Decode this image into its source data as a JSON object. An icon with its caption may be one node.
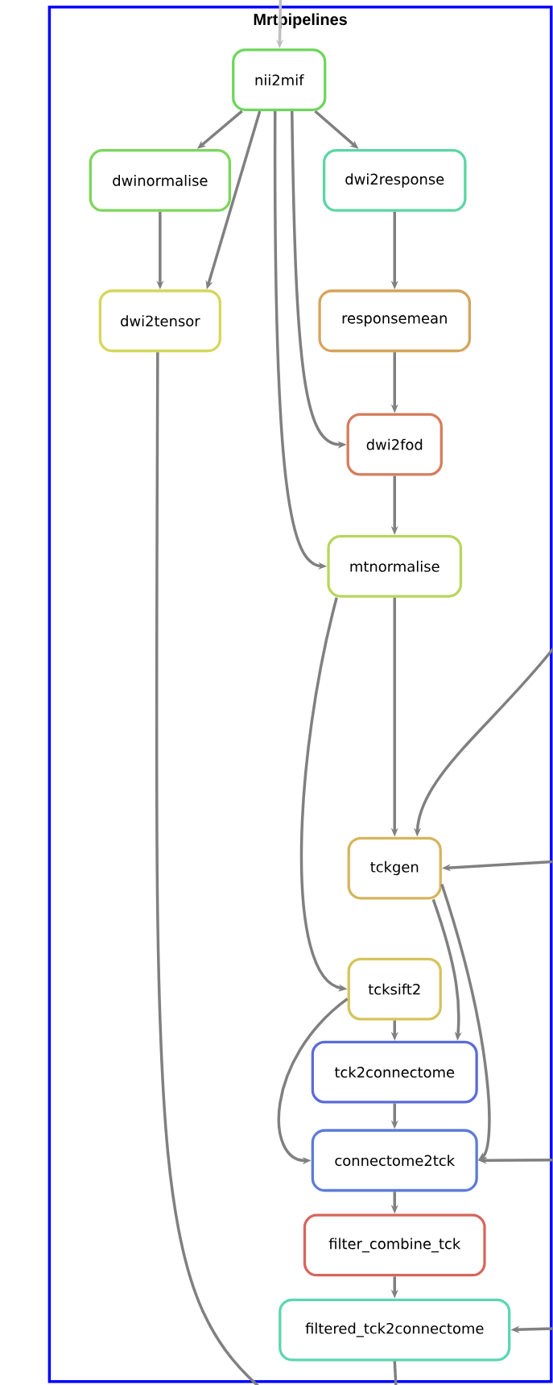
{
  "diagram": {
    "nodes": [
      {
        "text": [
          "Mrtpipelines"
        ]
      },
      {
        "text": [
          "nii2mif"
        ],
        "in": 0
      },
      {
        "text": [
          "dwinormalise"
        ],
        "in": 0
      },
      {
        "text": [
          "dwi2response"
        ],
        "in": 0
      },
      {
        "text": [
          "dwi2tensor"
        ],
        "in": 0
      },
      {
        "text": [
          "responsemean"
        ],
        "in": 0
      },
      {
        "text": [
          "dwi2fod"
        ],
        "in": 0
      },
      {
        "text": [
          "mtnormalise"
        ],
        "in": 0
      },
      {
        "text": [
          "tckgen"
        ],
        "in": 0
      },
      {
        "text": [
          "tcksift2"
        ],
        "in": 0
      },
      {
        "text": [
          "tck2connectome"
        ],
        "in": 0
      },
      {
        "text": [
          "connectome2tck"
        ],
        "in": 0
      },
      {
        "text": [
          "filter_combine_tck"
        ],
        "in": 0
      },
      {
        "text": [
          "filtered_tck2connectome"
        ],
        "in": 0
      }
    ],
    "edges": [
      {
        "from": null,
        "to": 1,
        "arrow": "to",
        "color": "#c0c0c0"
      },
      {
        "from": 1,
        "to": 2,
        "arrow": "to"
      },
      {
        "from": 1,
        "to": 4,
        "arrow": "to"
      },
      {
        "from": 1,
        "to": 3,
        "arrow": "to"
      },
      {
        "from": 1,
        "to": 6,
        "arrow": "to"
      },
      {
        "from": 1,
        "to": 7,
        "arrow": "to"
      },
      {
        "from": 2,
        "to": 4,
        "arrow": "to"
      },
      {
        "from": 3,
        "to": 5,
        "arrow": "to"
      },
      {
        "from": 5,
        "to": 6,
        "arrow": "to"
      },
      {
        "from": 6,
        "to": 7,
        "arrow": "to"
      },
      {
        "from": 4,
        "to": null,
        "arrow": "none"
      },
      {
        "from": 7,
        "to": 8,
        "arrow": "to"
      },
      {
        "from": 7,
        "to": 9,
        "arrow": "to"
      },
      {
        "from": null,
        "to": 8,
        "arrow": "to"
      },
      {
        "from": null,
        "to": 8,
        "arrow": "to"
      },
      {
        "from": 8,
        "to": 10,
        "arrow": "to"
      },
      {
        "from": 8,
        "to": 11,
        "arrow": "to"
      },
      {
        "from": 9,
        "to": 10,
        "arrow": "to"
      },
      {
        "from": 9,
        "to": 11,
        "arrow": "to"
      },
      {
        "from": 10,
        "to": 11,
        "arrow": "to"
      },
      {
        "from": null,
        "to": 11,
        "arrow": "to"
      },
      {
        "from": 11,
        "to": 12,
        "arrow": "to"
      },
      {
        "from": 12,
        "to": 13,
        "arrow": "to"
      },
      {
        "from": null,
        "to": 13,
        "arrow": "to"
      },
      {
        "from": 13,
        "to": null,
        "arrow": "none"
      }
    ]
  }
}
